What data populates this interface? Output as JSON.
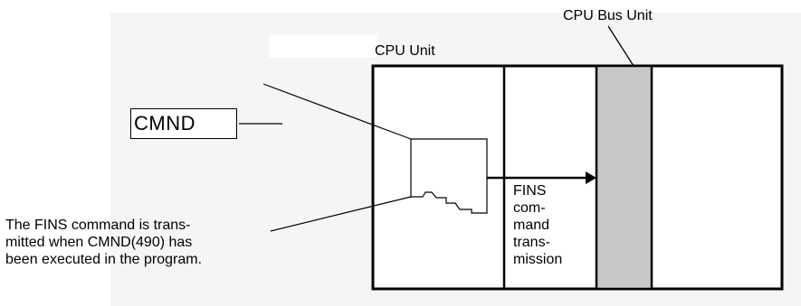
{
  "labels": {
    "cpu_bus_unit": "CPU Bus Unit",
    "cpu_unit": "CPU Unit",
    "cmnd": "CMND",
    "fins_transmission": [
      "FINS",
      "com-",
      "mand",
      "trans-",
      "mission"
    ],
    "callout": [
      "The FINS command is trans-",
      "mitted when CMND(490) has",
      "been executed in the program."
    ]
  },
  "colors": {
    "bus_unit_fill": "#c8c8c8",
    "background_panel": "#f5f5f5",
    "line": "#000000"
  }
}
